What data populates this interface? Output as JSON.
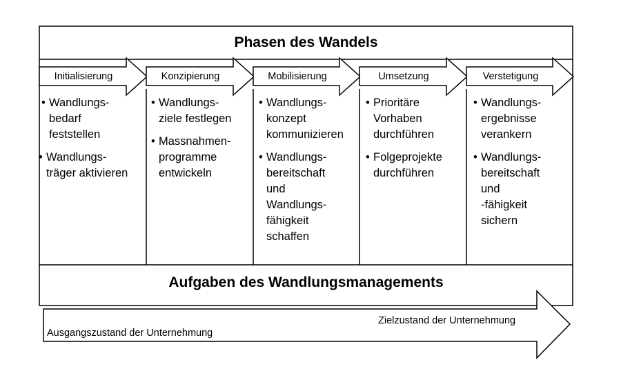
{
  "title": "Phasen des Wandels",
  "footer_title": "Aufgaben des Wandlungsmanagements",
  "bullet": "•",
  "phases": [
    {
      "label": "Initialisierung",
      "items": [
        "Wandlungs-\nbedarf\nfeststellen",
        "Wandlungs-\nträger aktivieren"
      ]
    },
    {
      "label": "Konzipierung",
      "items": [
        "Wandlungs-\nziele festlegen",
        "Massnahmen-\nprogramme\nentwickeln"
      ]
    },
    {
      "label": "Mobilisierung",
      "items": [
        "Wandlungs-\nkonzept\nkommunizieren",
        "Wandlungs-\nbereitschaft\nund\nWandlungs-\nfähigkeit\nschaffen"
      ]
    },
    {
      "label": "Umsetzung",
      "items": [
        "Prioritäre\nVorhaben\ndurchführen",
        "Folgeprojekte\ndurchführen"
      ]
    },
    {
      "label": "Verstetigung",
      "items": [
        "Wandlungs-\nergebnisse\nverankern",
        "Wandlungs-\nbereitschaft\nund\n-fähigkeit\nsichern"
      ]
    }
  ],
  "bottom_arrow": {
    "start_label": "Ausgangszustand der Unternehmung",
    "end_label": "Zielzustand der Unternehmung"
  },
  "colors": {
    "line": "#000000",
    "background": "#ffffff"
  }
}
